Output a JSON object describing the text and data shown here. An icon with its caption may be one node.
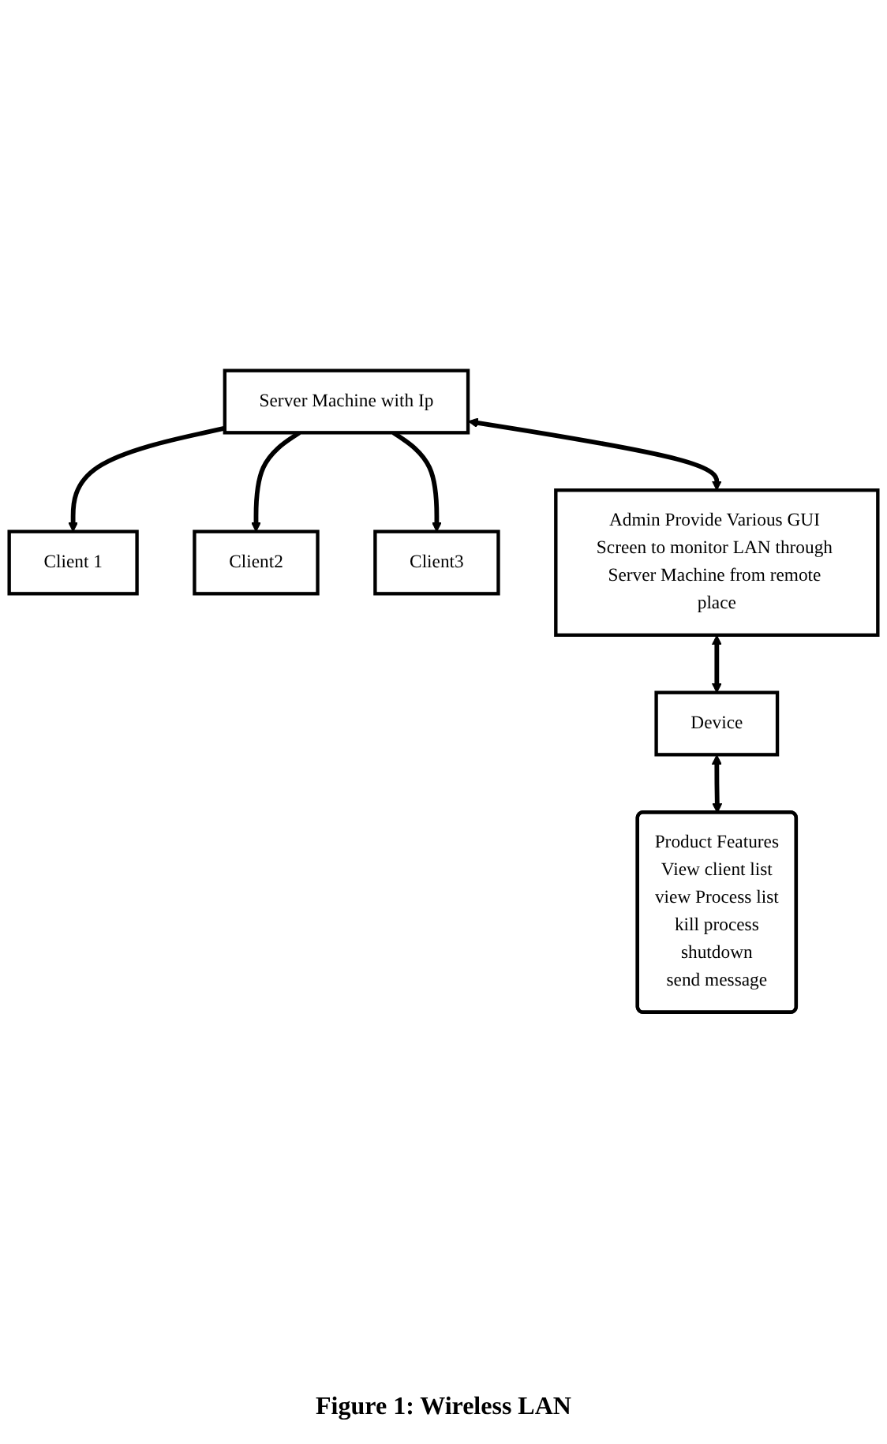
{
  "diagram": {
    "caption": "Figure 1: Wireless LAN",
    "nodes": [
      {
        "text": [
          "Server Machine with Ip"
        ]
      },
      {
        "text": [
          "Client 1"
        ]
      },
      {
        "text": [
          "Client2"
        ]
      },
      {
        "text": [
          "Client3"
        ]
      },
      {
        "text": [
          "Admin Provide Various GUI Screen to monitor LAN through Server Machine from remote place"
        ]
      },
      {
        "text": [
          "Device"
        ]
      },
      {
        "text": [
          "Product Features",
          "View client list",
          "view Process list",
          "kill process",
          "shutdown",
          "send message"
        ]
      }
    ],
    "edges": [
      {
        "from": 0,
        "to": 1,
        "arrow": "to"
      },
      {
        "from": 0,
        "to": 2,
        "arrow": "to"
      },
      {
        "from": 0,
        "to": 3,
        "arrow": "to"
      },
      {
        "from": 0,
        "to": 4,
        "arrow": "both"
      },
      {
        "from": 4,
        "to": 5,
        "arrow": "both"
      },
      {
        "from": 5,
        "to": 6,
        "arrow": "both"
      }
    ]
  }
}
